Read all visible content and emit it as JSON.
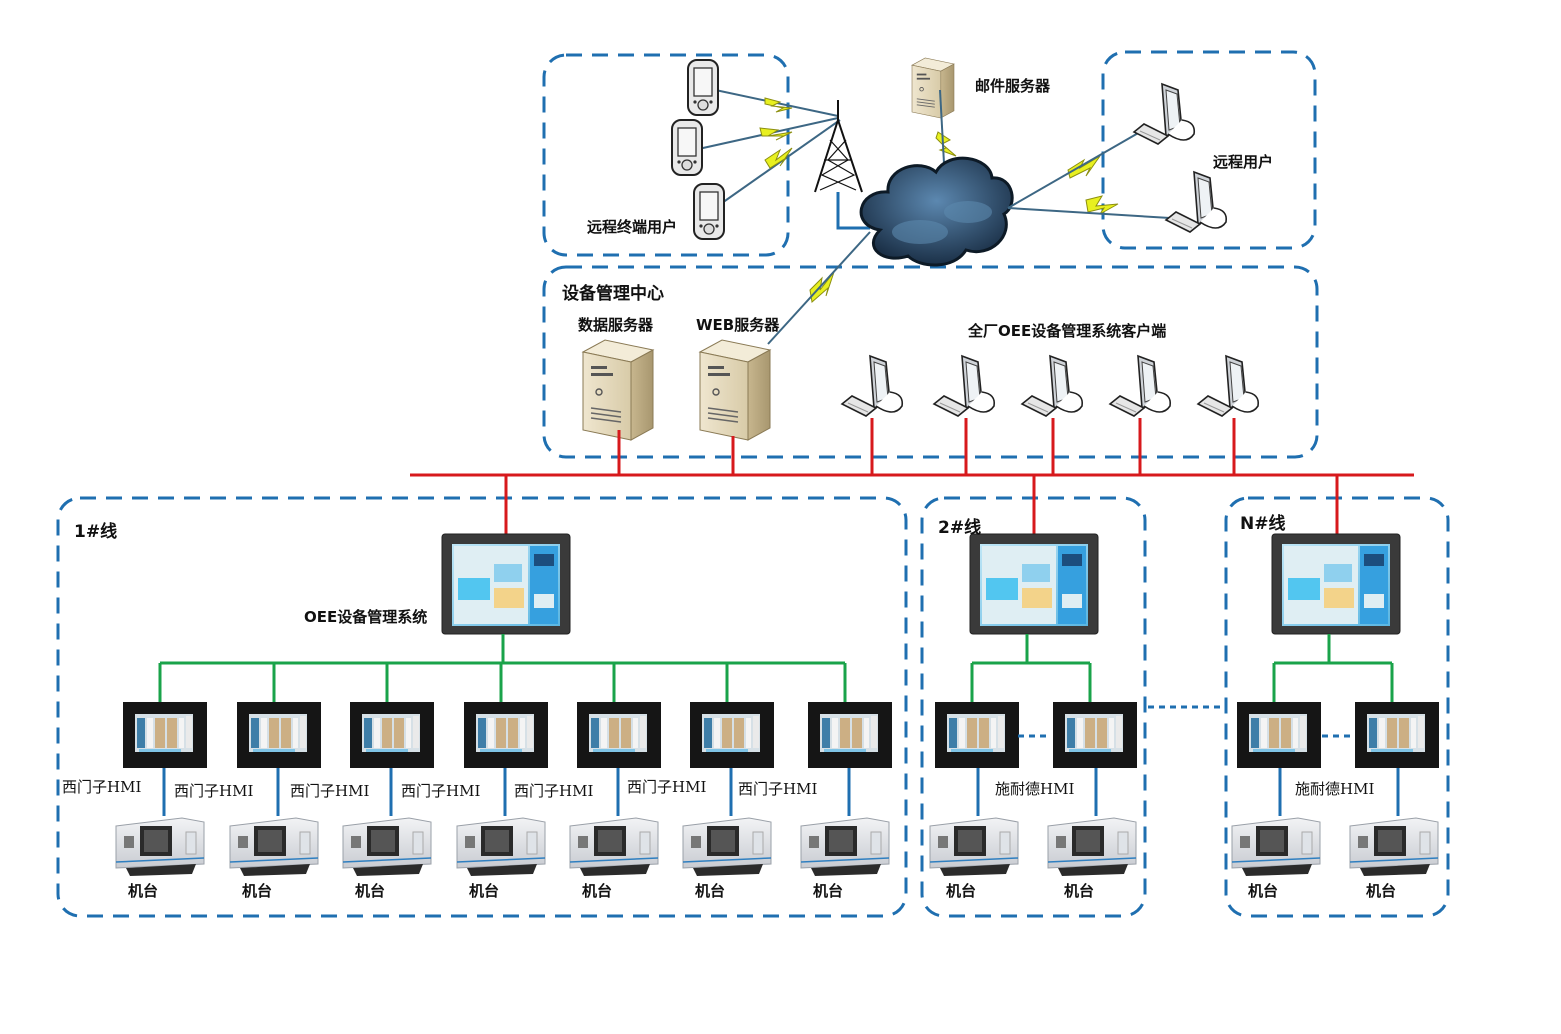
{
  "colors": {
    "zone_border": "#1f6fb0",
    "ethernet_bus": "#d7191c",
    "fieldbus": "#1aa34a",
    "machine_link": "#1f6fb0",
    "wireless_bolt": "#e8f020",
    "cloud": "#24435f"
  },
  "remote_terminals": {
    "label": "远程终端用户",
    "devices": [
      "pda",
      "pda",
      "pda"
    ]
  },
  "internet": {
    "mail_server_label": "邮件服务器"
  },
  "remote_users": {
    "label": "远程用户",
    "devices": [
      "workstation",
      "workstation"
    ]
  },
  "management_center": {
    "title": "设备管理中心",
    "data_server_label": "数据服务器",
    "web_server_label": "WEB服务器",
    "clients_label": "全厂OEE设备管理系统客户端",
    "client_count": 5
  },
  "lines": [
    {
      "title": "1#线",
      "oee_label": "OEE设备管理系统",
      "hmi_labels": [
        "西门子HMI",
        "西门子HMI",
        "西门子HMI",
        "西门子HMI",
        "西门子HMI",
        "西门子HMI",
        "西门子HMI"
      ],
      "machine_labels": [
        "机台",
        "机台",
        "机台",
        "机台",
        "机台",
        "机台",
        "机台"
      ]
    },
    {
      "title": "2#线",
      "hmi_group_label": "施耐德HMI",
      "machine_labels": [
        "机台",
        "机台"
      ]
    },
    {
      "title": "N#线",
      "hmi_group_label": "施耐德HMI",
      "machine_labels": [
        "机台",
        "机台"
      ]
    }
  ]
}
